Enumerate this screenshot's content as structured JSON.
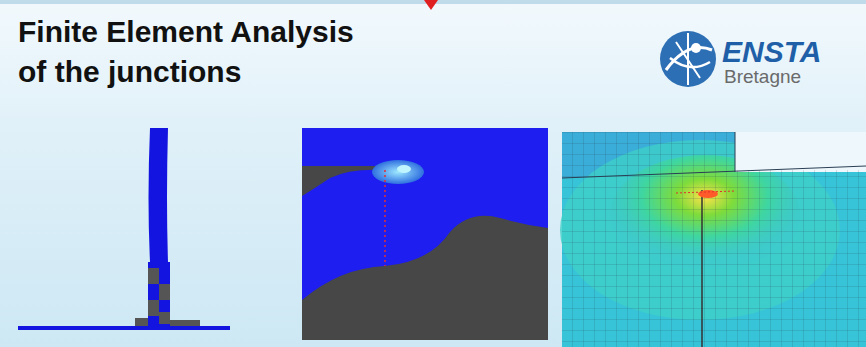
{
  "diagram": {
    "title": "Finite Element Analysis of the junctions",
    "labels": [
      "ENSTA",
      "Bretagne"
    ]
  }
}
